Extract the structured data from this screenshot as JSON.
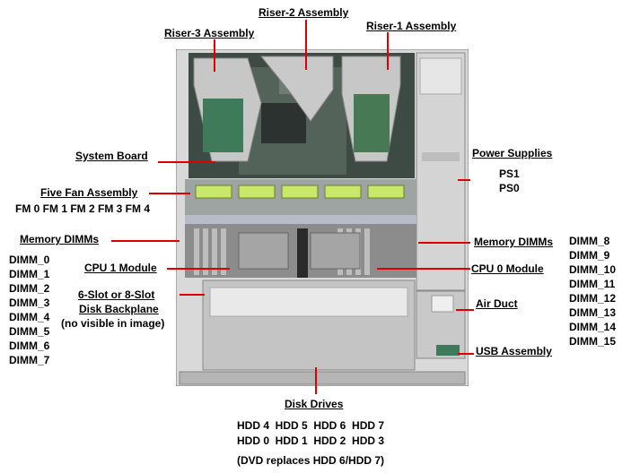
{
  "labels": {
    "riser2": "Riser-2 Assembly",
    "riser1": "Riser-1 Assembly",
    "riser3": "Riser-3 Assembly",
    "system_board": "System Board",
    "power_supplies": "Power Supplies",
    "ps1": "PS1",
    "ps0": "PS0",
    "five_fan": "Five Fan Assembly",
    "fans": "FM 0 FM 1 FM 2 FM 3 FM 4",
    "mem_left": "Memory DIMMs",
    "mem_right": "Memory DIMMs",
    "cpu1": "CPU 1 Module",
    "cpu0": "CPU 0 Module",
    "backplane_1": "6-Slot or 8-Slot",
    "backplane_2": "Disk Backplane",
    "backplane_3": "(no visible in image)",
    "air_duct": "Air Duct",
    "usb": "USB Assembly",
    "disk_drives": "Disk Drives",
    "hdd_top": "HDD 4  HDD 5  HDD 6  HDD 7",
    "hdd_bottom": "HDD 0  HDD 1  HDD 2  HDD 3",
    "dvd_note": "(DVD replaces HDD 6/HDD 7)"
  },
  "dimms_left": [
    "DIMM_0",
    "DIMM_1",
    "DIMM_2",
    "DIMM_3",
    "DIMM_4",
    "DIMM_5",
    "DIMM_6",
    "DIMM_7"
  ],
  "dimms_right": [
    "DIMM_8",
    "DIMM_9",
    "DIMM_10",
    "DIMM_11",
    "DIMM_12",
    "DIMM_13",
    "DIMM_14",
    "DIMM_15"
  ],
  "colors": {
    "leader": "#dd0000",
    "chassis": "#9a9a9a",
    "fan": "#c8e86a"
  }
}
